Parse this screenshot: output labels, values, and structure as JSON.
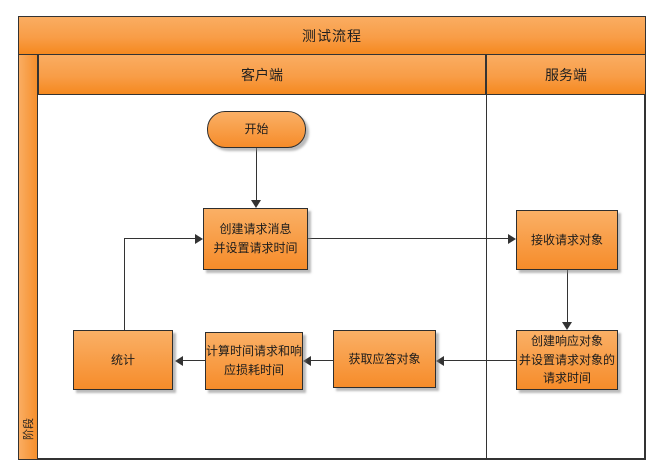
{
  "diagram": {
    "title": "测试流程",
    "phase_label": "阶段",
    "lanes": [
      {
        "id": "client",
        "label": "客户端"
      },
      {
        "id": "server",
        "label": "服务端"
      }
    ],
    "nodes": {
      "start": {
        "type": "terminator",
        "lane": "client",
        "label": "开始"
      },
      "create_request": {
        "type": "process",
        "lane": "client",
        "label": "创建请求消息\n并设置请求时间"
      },
      "receive_request": {
        "type": "process",
        "lane": "server",
        "label": "接收请求对象"
      },
      "create_response": {
        "type": "process",
        "lane": "server",
        "label": "创建响应对象\n并设置请求对象的\n请求时间"
      },
      "get_response": {
        "type": "process",
        "lane": "client",
        "label": "获取应答对象"
      },
      "calc_time": {
        "type": "process",
        "lane": "client",
        "label": "计算时间请求和响\n应损耗时间"
      },
      "statistics": {
        "type": "process",
        "lane": "client",
        "label": "统计"
      }
    },
    "connectors": [
      {
        "from": "start",
        "to": "create_request"
      },
      {
        "from": "create_request",
        "to": "receive_request"
      },
      {
        "from": "receive_request",
        "to": "create_response"
      },
      {
        "from": "create_response",
        "to": "get_response"
      },
      {
        "from": "get_response",
        "to": "calc_time"
      },
      {
        "from": "calc_time",
        "to": "statistics"
      },
      {
        "from": "statistics",
        "to": "create_request"
      }
    ],
    "colors": {
      "shape_gradient_top": "#FAAD62",
      "shape_gradient_bottom": "#F5891F",
      "border": "#333333",
      "text": "#1F1F1F",
      "background": "#FFFFFF",
      "shadow": "#828282"
    }
  }
}
